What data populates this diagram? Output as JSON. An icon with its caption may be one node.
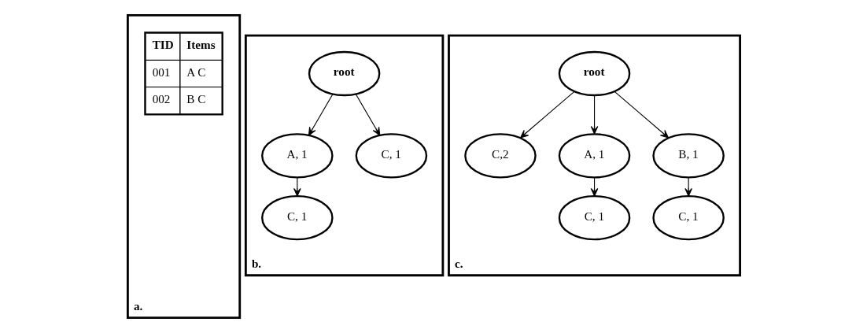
{
  "diagram": {
    "nodes": [
      {
        "text": [
          "a."
        ]
      },
      {
        "text": [
          "b."
        ]
      },
      {
        "text": [
          "root"
        ],
        "in": 1
      },
      {
        "text": [
          "A, 1"
        ],
        "in": 1
      },
      {
        "text": [
          "C, 1"
        ],
        "in": 1
      },
      {
        "text": [
          "C, 1"
        ],
        "in": 1
      },
      {
        "text": [
          "c."
        ]
      },
      {
        "text": [
          "root"
        ],
        "in": 6
      },
      {
        "text": [
          "C,2"
        ],
        "in": 6
      },
      {
        "text": [
          "A, 1"
        ],
        "in": 6
      },
      {
        "text": [
          "B, 1"
        ],
        "in": 6
      },
      {
        "text": [
          "C, 1"
        ],
        "in": 6
      },
      {
        "text": [
          "C, 1"
        ],
        "in": 6
      }
    ],
    "edges": [
      {
        "from": 2,
        "to": 3,
        "arrow": "to"
      },
      {
        "from": 2,
        "to": 4,
        "arrow": "to"
      },
      {
        "from": 3,
        "to": 5,
        "arrow": "to"
      },
      {
        "from": 7,
        "to": 8,
        "arrow": "to"
      },
      {
        "from": 7,
        "to": 9,
        "arrow": "to"
      },
      {
        "from": 7,
        "to": 10,
        "arrow": "to"
      },
      {
        "from": 9,
        "to": 11,
        "arrow": "to"
      },
      {
        "from": 10,
        "to": 12,
        "arrow": "to"
      }
    ],
    "labels": [
      "TID",
      "Items",
      "001",
      "A C",
      "002",
      "B C"
    ]
  }
}
